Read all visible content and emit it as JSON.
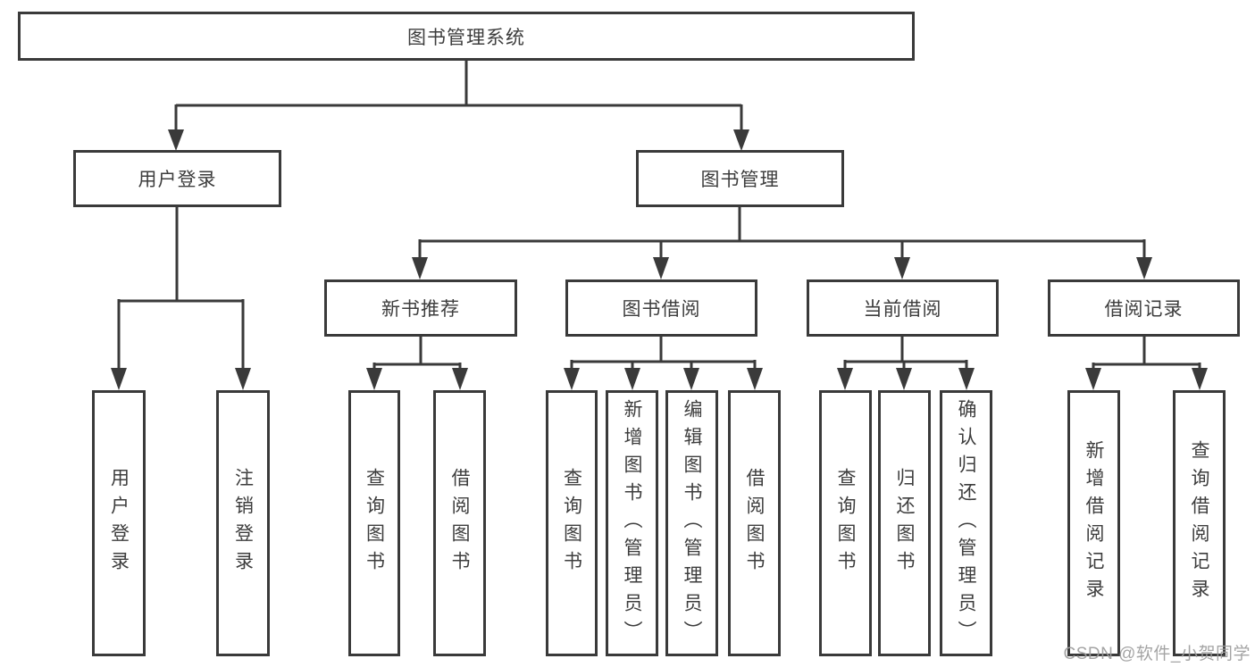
{
  "diagram": {
    "root": {
      "label": "图书管理系统"
    },
    "level2": [
      {
        "label": "用户登录",
        "parent": "图书管理系统"
      },
      {
        "label": "图书管理",
        "parent": "图书管理系统"
      }
    ],
    "level3": [
      {
        "label": "新书推荐",
        "parent": "图书管理"
      },
      {
        "label": "图书借阅",
        "parent": "图书管理"
      },
      {
        "label": "当前借阅",
        "parent": "图书管理"
      },
      {
        "label": "借阅记录",
        "parent": "图书管理"
      }
    ],
    "level4": [
      {
        "label": "用户登录",
        "parent": "用户登录"
      },
      {
        "label": "注销登录",
        "parent": "用户登录"
      },
      {
        "label": "查询图书",
        "parent": "新书推荐"
      },
      {
        "label": "借阅图书",
        "parent": "新书推荐"
      },
      {
        "label": "查询图书",
        "parent": "图书借阅"
      },
      {
        "label": "新增图书（管理员）",
        "parent": "图书借阅"
      },
      {
        "label": "编辑图书（管理员）",
        "parent": "图书借阅"
      },
      {
        "label": "借阅图书",
        "parent": "图书借阅"
      },
      {
        "label": "查询图书",
        "parent": "当前借阅"
      },
      {
        "label": "归还图书",
        "parent": "当前借阅"
      },
      {
        "label": "确认归还（管理员）",
        "parent": "当前借阅"
      },
      {
        "label": "新增借阅记录",
        "parent": "借阅记录"
      },
      {
        "label": "查询借阅记录",
        "parent": "借阅记录"
      }
    ]
  },
  "watermark": {
    "text": "CSDN @软件_小贺同学"
  },
  "colors": {
    "line": "#3a3a3a",
    "box_border": "#3a3a3a",
    "text": "#3d3d3d",
    "background": "#ffffff",
    "watermark": "#9d9d9d"
  }
}
